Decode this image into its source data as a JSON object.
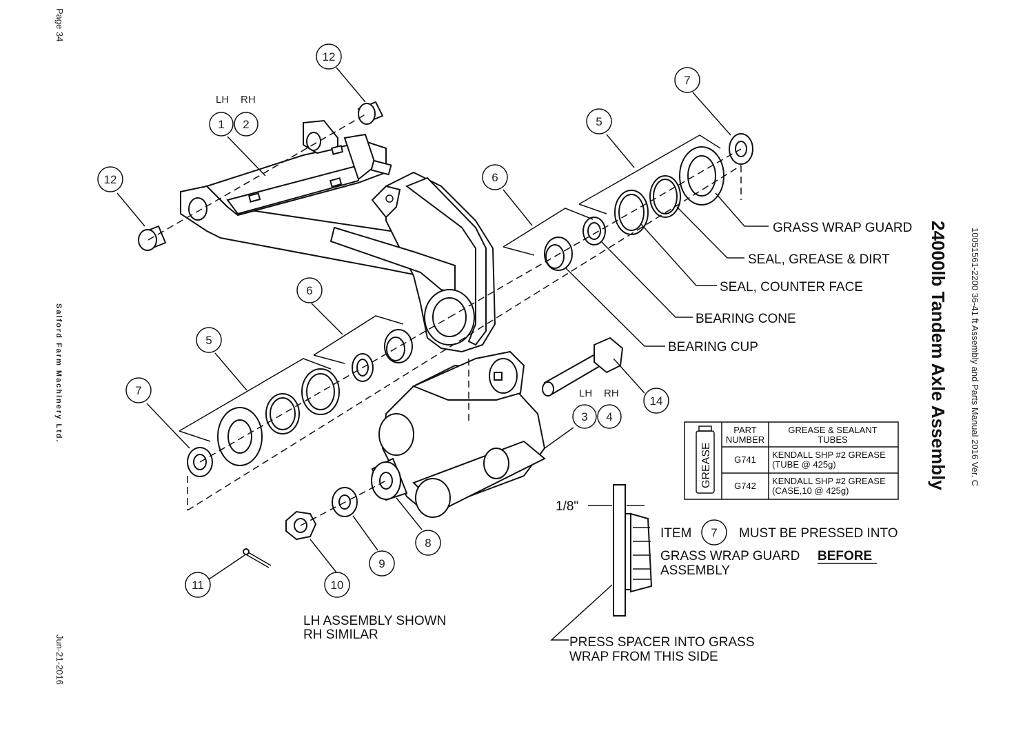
{
  "margin": {
    "page": "Page 34",
    "company": "Salford Farm Machinery Ltd.",
    "date": "Jun-21-2016",
    "manual_ref": "10051561-2200 36-41 ft Assembly and Parts Manual 2016 Ver. C"
  },
  "title": "24000lb Tandem Axle Assembly",
  "side_labels": {
    "lh": "LH",
    "rh": "RH"
  },
  "bubbles": {
    "b1": "1",
    "b2": "2",
    "b3": "3",
    "b4": "4",
    "b5a": "5",
    "b5b": "5",
    "b6a": "6",
    "b6b": "6",
    "b7a": "7",
    "b7b": "7",
    "b8": "8",
    "b9": "9",
    "b10": "10",
    "b11": "11",
    "b12a": "12",
    "b12b": "12",
    "b14": "14",
    "b7note": "7"
  },
  "callouts": {
    "grass_wrap_guard": "GRASS WRAP GUARD",
    "seal_grease_dirt": "SEAL, GREASE & DIRT",
    "seal_counter_face": "SEAL, COUNTER FACE",
    "bearing_cone": "BEARING CONE",
    "bearing_cup": "BEARING CUP"
  },
  "notes": {
    "lh_shown_1": "LH ASSEMBLY SHOWN",
    "lh_shown_2": "RH SIMILAR",
    "gap": "1/8\"",
    "item_word": "ITEM",
    "must_pressed": "MUST BE PRESSED INTO",
    "grass_wrap_guard": "GRASS WRAP GUARD",
    "before": "BEFORE",
    "assembly": "ASSEMBLY",
    "press_1": "PRESS SPACER  INTO GRASS",
    "press_2": "WRAP FROM THIS SIDE"
  },
  "grease_table": {
    "tube_label": "GREASE",
    "headers": [
      "PART NUMBER",
      "GREASE & SEALANT TUBES"
    ],
    "rows": [
      {
        "part": "G741",
        "desc_1": "KENDALL SHP #2 GREASE",
        "desc_2": "(TUBE @ 425g)"
      },
      {
        "part": "G742",
        "desc_1": "KENDALL SHP #2 GREASE",
        "desc_2": "(CASE,10 @ 425g)"
      }
    ]
  }
}
